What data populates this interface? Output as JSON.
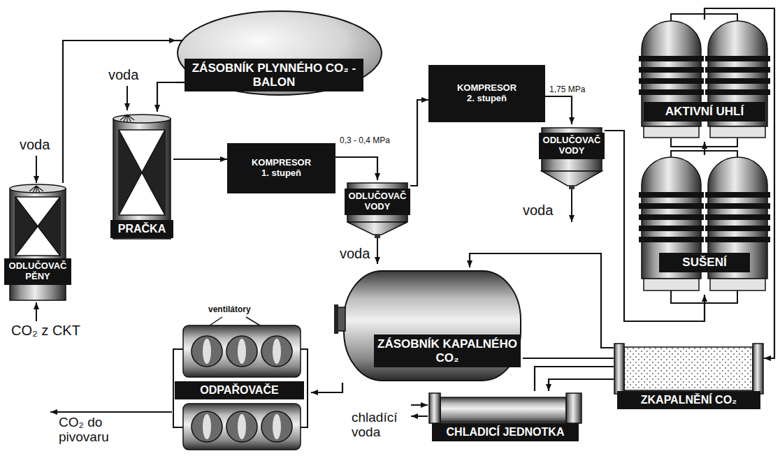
{
  "diagram": {
    "nodes": [
      {
        "text": [
          "ZÁSOBNÍK PLYNNÉHO CO₂ - BALON"
        ]
      },
      {
        "text": [
          "KOMPRESOR 2. stupeň"
        ]
      },
      {
        "text": [
          "AKTIVNÍ UHLÍ"
        ]
      },
      {
        "text": [
          "PRAČKA"
        ]
      },
      {
        "text": [
          "KOMPRESOR 1. stupeň"
        ]
      },
      {
        "text": [
          "ODLUČOVAČ VODY"
        ]
      },
      {
        "text": [
          "ODLUČOVAČ VODY"
        ]
      },
      {
        "text": [
          "ODLUČOVAČ PĚNY"
        ]
      },
      {
        "text": [
          "SUŠENÍ"
        ]
      },
      {
        "text": [
          "ZÁSOBNÍK KAPALNÉHO CO₂"
        ]
      },
      {
        "text": [
          "ODPAŘOVAČE"
        ]
      },
      {
        "text": [
          "ZKAPALNĚNÍ CO₂"
        ]
      },
      {
        "text": [
          "CHLADICÍ JEDNOTKA"
        ]
      }
    ],
    "edges": [
      {
        "from": 7,
        "to": 0,
        "arrow": "to"
      },
      {
        "from": 0,
        "to": 3,
        "arrow": "to"
      },
      {
        "from": 3,
        "to": 4,
        "arrow": "to"
      },
      {
        "from": 4,
        "to": 5,
        "label": "0,3 - 0,4 MPa",
        "arrow": "to"
      },
      {
        "from": 5,
        "to": 1,
        "arrow": "to"
      },
      {
        "from": 1,
        "to": 6,
        "label": "1,75 MPa",
        "arrow": "to"
      },
      {
        "from": 6,
        "to": 8,
        "arrow": "to"
      },
      {
        "from": 8,
        "to": 2,
        "arrow": "to"
      },
      {
        "from": 2,
        "to": 11,
        "arrow": "to"
      },
      {
        "from": 11,
        "to": 9,
        "arrow": "to"
      },
      {
        "from": 9,
        "to": 11,
        "arrow": "none"
      },
      {
        "from": 11,
        "to": 12,
        "arrow": "to"
      },
      {
        "from": 12,
        "to": 11,
        "arrow": "none"
      },
      {
        "from": 9,
        "to": 10,
        "arrow": "to"
      }
    ],
    "labels": [
      "voda",
      "voda",
      "CO₂ z CKT",
      "voda",
      "voda",
      "ventilátory",
      "CO₂ do pivovaru",
      "chladící voda"
    ]
  }
}
